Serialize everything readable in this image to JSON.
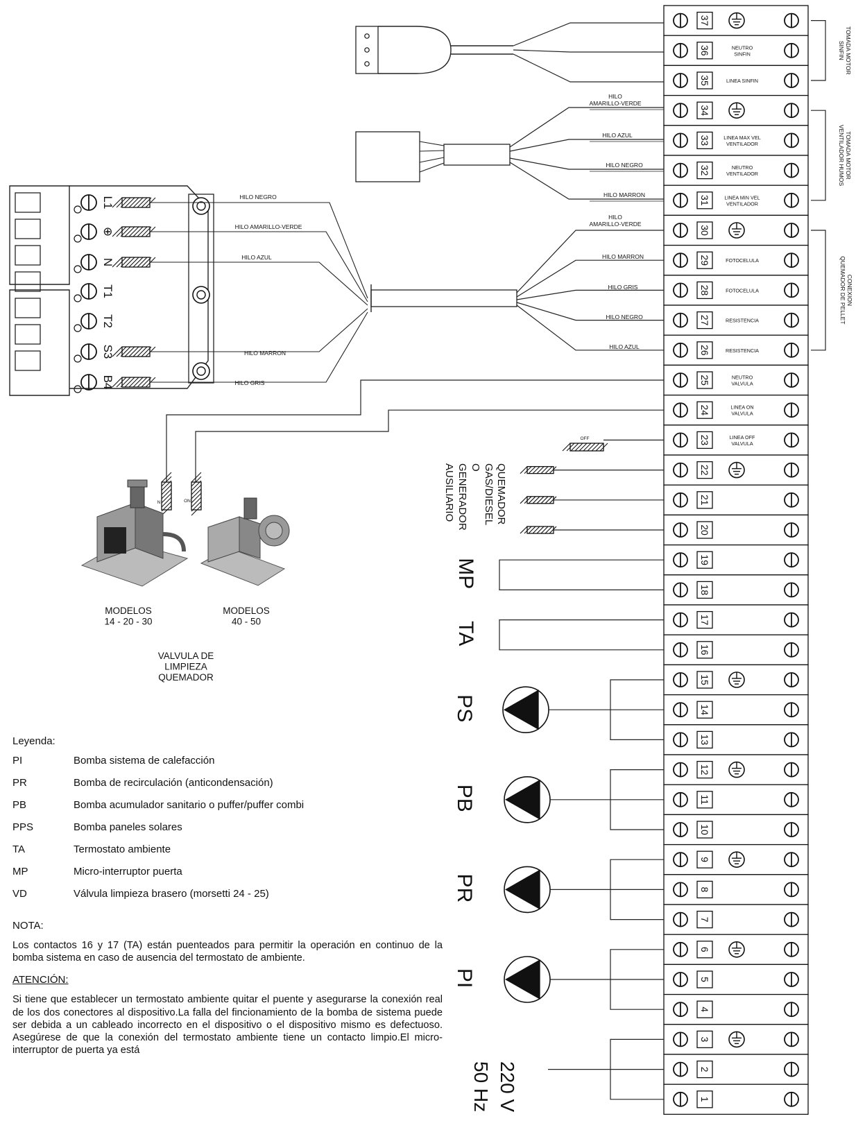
{
  "terminals": [
    {
      "number": "37",
      "label": "",
      "ground": true
    },
    {
      "number": "36",
      "label": "NEUTRO\nSINFIN",
      "ground": false
    },
    {
      "number": "35",
      "label": "LINEA SINFIN",
      "ground": false
    },
    {
      "number": "34",
      "label": "",
      "ground": true
    },
    {
      "number": "33",
      "label": "LINEA MAX VEL\nVENTILADOR",
      "ground": false
    },
    {
      "number": "32",
      "label": "NEUTRO\nVENTILADOR",
      "ground": false
    },
    {
      "number": "31",
      "label": "LINEA MIN VEL\nVENTILADOR",
      "ground": false
    },
    {
      "number": "30",
      "label": "",
      "ground": true
    },
    {
      "number": "29",
      "label": "FOTOCELULA",
      "ground": false
    },
    {
      "number": "28",
      "label": "FOTOCELULA",
      "ground": false
    },
    {
      "number": "27",
      "label": "RESISTENCIA",
      "ground": false
    },
    {
      "number": "26",
      "label": "RESISTENCIA",
      "ground": false
    },
    {
      "number": "25",
      "label": "NEUTRO\nVALVULA",
      "ground": false
    },
    {
      "number": "24",
      "label": "LINEA ON\nVALVULA",
      "ground": false
    },
    {
      "number": "23",
      "label": "LINEA OFF\nVALVULA",
      "ground": false
    },
    {
      "number": "22",
      "label": "",
      "ground": true
    },
    {
      "number": "21",
      "label": "",
      "ground": false
    },
    {
      "number": "20",
      "label": "",
      "ground": false
    },
    {
      "number": "19",
      "label": "",
      "ground": false
    },
    {
      "number": "18",
      "label": "",
      "ground": false
    },
    {
      "number": "17",
      "label": "",
      "ground": false
    },
    {
      "number": "16",
      "label": "",
      "ground": false
    },
    {
      "number": "15",
      "label": "",
      "ground": true
    },
    {
      "number": "14",
      "label": "",
      "ground": false
    },
    {
      "number": "13",
      "label": "",
      "ground": false
    },
    {
      "number": "12",
      "label": "",
      "ground": true
    },
    {
      "number": "11",
      "label": "",
      "ground": false
    },
    {
      "number": "10",
      "label": "",
      "ground": false
    },
    {
      "number": "9",
      "label": "",
      "ground": true
    },
    {
      "number": "8",
      "label": "",
      "ground": false
    },
    {
      "number": "7",
      "label": "",
      "ground": false
    },
    {
      "number": "6",
      "label": "",
      "ground": true
    },
    {
      "number": "5",
      "label": "",
      "ground": false
    },
    {
      "number": "4",
      "label": "",
      "ground": false
    },
    {
      "number": "3",
      "label": "",
      "ground": true
    },
    {
      "number": "2",
      "label": "",
      "ground": false
    },
    {
      "number": "1",
      "label": "",
      "ground": false
    }
  ],
  "groups": {
    "motor_sinfin": "TOMADA MOTOR\nSINFIN",
    "fan": "TOMADA MOTOR\nVENTILADOR HUMOS",
    "pellet_burner": "CONEXION\nQUEMADOR DE PELLET"
  },
  "wires": {
    "fan": [
      "HILO\nAMARILLO-VERDE",
      "HILO AZUL",
      "HILO NEGRO",
      "HILO MARRON"
    ],
    "burner": [
      "HILO\nAMARILLO-VERDE",
      "HILO MARRON",
      "HILO GRIS",
      "HILO NEGRO",
      "HILO AZUL"
    ],
    "connector": [
      "HILO NEGRO",
      "HILO AMARILLO-VERDE",
      "HILO AZUL",
      "HILO MARRON",
      "HILO GRIS"
    ]
  },
  "connector_pins": [
    "L1",
    "⊕",
    "N",
    "T1",
    "T2",
    "S3",
    "B4"
  ],
  "off_label": "OFF",
  "n_label": "N",
  "on_label": "ON",
  "aux_burner_label": [
    "QUEMADOR",
    "GAS/DIESEL",
    "O",
    "GENERADOR",
    "AUSILIARIO"
  ],
  "device_labels": {
    "mp": "MP",
    "ta": "TA",
    "ps": "PS",
    "pb": "PB",
    "pr": "PR",
    "pi": "PI",
    "voltage": "220 V",
    "frequency": "50 Hz"
  },
  "valve": {
    "model_a": "MODELOS\n14 - 20 - 30",
    "model_b": "MODELOS\n40 - 50",
    "caption": "VALVULA DE\nLIMPIEZA\nQUEMADOR"
  },
  "legend": {
    "title": "Leyenda:",
    "items": [
      {
        "code": "PI",
        "text": "Bomba sistema de calefacción"
      },
      {
        "code": "PR",
        "text": "Bomba de  recirculación (anticondensación)"
      },
      {
        "code": "PB",
        "text": "Bomba acumulador sanitario o puffer/puffer combi"
      },
      {
        "code": "PPS",
        "text": "Bomba paneles solares"
      },
      {
        "code": "TA",
        "text": "Termostato ambiente"
      },
      {
        "code": "MP",
        "text": "Micro-interruptor puerta"
      },
      {
        "code": "VD",
        "text": "Válvula limpieza brasero (morsetti 24 - 25)"
      }
    ]
  },
  "nota": {
    "title": "NOTA:",
    "text": "Los contactos 16 y 17 (TA) están puenteados para permitir la operación en continuo de la bomba sistema en caso de ausencia del termostato de ambiente."
  },
  "atencion": {
    "title": "ATENCIÓN:",
    "text": "Si tiene que establecer un termostato ambiente  quitar el puente y asegurarse  la conexión real de los dos conectores al dispositivo.La falla del fincionamiento de la bomba de sistema puede ser debida a un cableado incorrecto en el dispositivo o el dispositivo mismo es defectuoso. Asegúrese de que la conexión del termostato ambiente tiene  un  contacto  limpio.El  micro-interruptor  de  puerta  ya  está"
  }
}
